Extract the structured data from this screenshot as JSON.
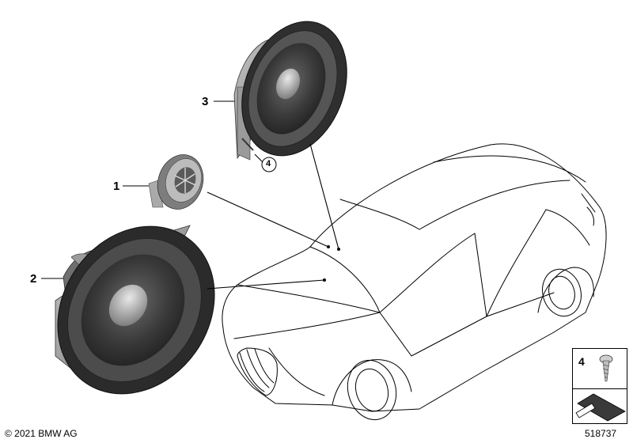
{
  "diagram": {
    "callouts": [
      {
        "id": "callout-1",
        "label": "1"
      },
      {
        "id": "callout-2",
        "label": "2"
      },
      {
        "id": "callout-3",
        "label": "3"
      },
      {
        "id": "callout-4-circled",
        "label": "4"
      }
    ],
    "legend": {
      "part_number": "4"
    },
    "footer": {
      "copyright": "© 2021 BMW AG",
      "diagram_id": "518737"
    },
    "colors": {
      "line": "#000000",
      "speaker_dark": "#3c3c3c",
      "speaker_mid": "#8a8a8a",
      "speaker_light": "#cfcfcf",
      "background": "#ffffff"
    }
  }
}
